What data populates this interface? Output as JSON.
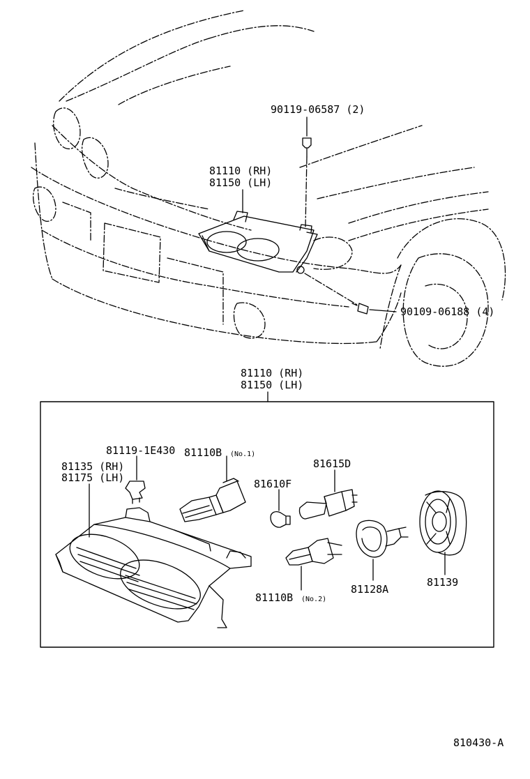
{
  "labels": {
    "bolt_top": "90119-06587 (2)",
    "top_assy_rh": "81110 (RH)",
    "top_assy_lh": "81150 (LH)",
    "bolt_side": "90109-06188 (4)",
    "box_assy_rh": "81110 (RH)",
    "box_assy_lh": "81150 (LH)",
    "clip": "81119-1E430",
    "lens_rh": "81135 (RH)",
    "lens_lh": "81175 (LH)",
    "bulb_no1_code": "81110B",
    "bulb_no1_tag": "(No.1)",
    "bulb_small": "81610F",
    "bulb_d": "81615D",
    "bulb_no2_code": "81110B",
    "bulb_no2_tag": "(No.2)",
    "socket": "81128A",
    "cover": "81139",
    "diagram_id": "810430-A"
  }
}
